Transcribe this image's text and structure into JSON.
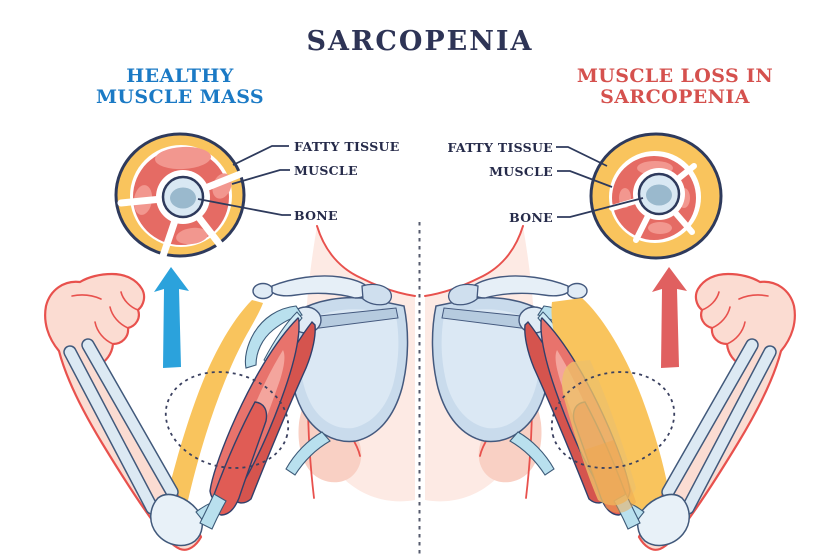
{
  "title": "SARCOPENIA",
  "left_panel": {
    "heading": [
      "HEALTHY",
      "MUSCLE MASS"
    ],
    "heading_color": "#1b7ac5",
    "arrow_color": "#2ba2dc",
    "labels": {
      "fatty_tissue": "FATTY TISSUE",
      "muscle": "MUSCLE",
      "bone": "BONE"
    }
  },
  "right_panel": {
    "heading": [
      "MUSCLE LOSS IN",
      "SARCOPENIA"
    ],
    "heading_color": "#d5514e",
    "arrow_color": "#e06060",
    "labels": {
      "fatty_tissue": "FATTY TISSUE",
      "muscle": "MUSCLE",
      "bone": "BONE"
    }
  },
  "colors": {
    "title_navy": "#2e3456",
    "outline_navy": "#2e3a5c",
    "fatty_tissue_yellow": "#f9c45d",
    "muscle_red": "#e8736c",
    "muscle_dark_red": "#d5544e",
    "bone_blue": "#9ab9cd",
    "bone_light": "#d9e8f3",
    "skin_pink": "#fbdcd2",
    "skin_outline_red": "#e8514d",
    "arrow_blue": "#2ba2dc",
    "arrow_red": "#e06060"
  }
}
